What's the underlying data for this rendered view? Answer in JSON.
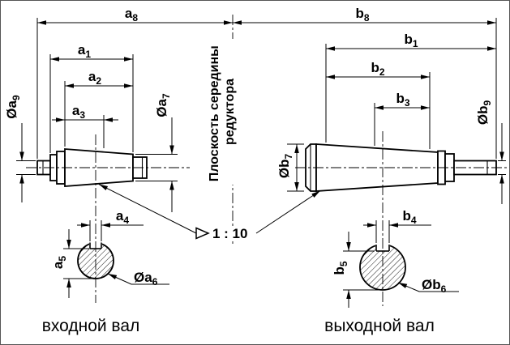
{
  "drawing": {
    "captions": {
      "input_shaft": "входной вал",
      "output_shaft": "выходной вал"
    },
    "center_plane": {
      "line1": "Плоскость середины",
      "line2": "редуктора"
    },
    "taper": {
      "ratio": "1 : 10"
    },
    "dims": {
      "a1": {
        "pre": "a",
        "sub": "1"
      },
      "a2": {
        "pre": "a",
        "sub": "2"
      },
      "a3": {
        "pre": "a",
        "sub": "3"
      },
      "a4": {
        "pre": "a",
        "sub": "4"
      },
      "a5": {
        "pre": "a",
        "sub": "5"
      },
      "a6": {
        "pre": "Øa",
        "sub": "6"
      },
      "a7": {
        "pre": "Øa",
        "sub": "7"
      },
      "a8": {
        "pre": "a",
        "sub": "8"
      },
      "a9": {
        "pre": "Øa",
        "sub": "9"
      },
      "b1": {
        "pre": "b",
        "sub": "1"
      },
      "b2": {
        "pre": "b",
        "sub": "2"
      },
      "b3": {
        "pre": "b",
        "sub": "3"
      },
      "b4": {
        "pre": "b",
        "sub": "4"
      },
      "b5": {
        "pre": "b",
        "sub": "5"
      },
      "b6": {
        "pre": "Øb",
        "sub": "6"
      },
      "b7": {
        "pre": "Øb",
        "sub": "7"
      },
      "b8": {
        "pre": "b",
        "sub": "8"
      },
      "b9": {
        "pre": "Øb",
        "sub": "9"
      }
    }
  }
}
